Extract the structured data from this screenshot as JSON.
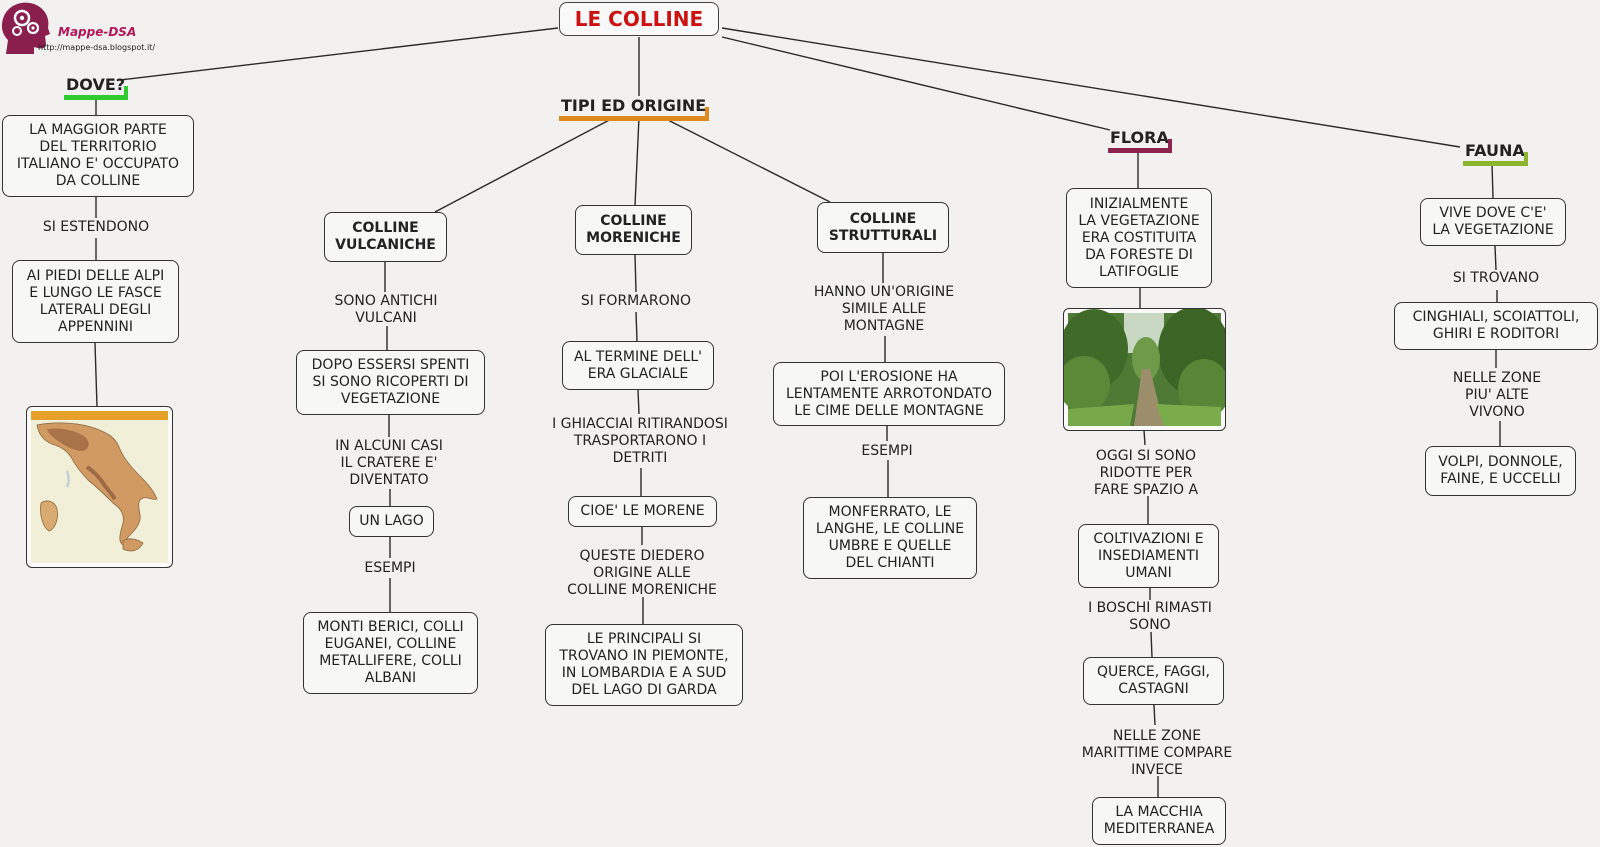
{
  "title": "LE COLLINE",
  "logo": {
    "name": "Mappe-DSA",
    "url": "http://mappe-dsa.blogspot.it/"
  },
  "colors": {
    "title_text": "#cc1111",
    "dove_underline": "#2ecc30",
    "tipi_underline": "#e08a1e",
    "flora_underline": "#8e2350",
    "fauna_underline": "#8ab52c"
  },
  "categories": {
    "dove": "DOVE?",
    "tipi": "TIPI ED ORIGINE",
    "flora": "FLORA",
    "fauna": "FAUNA"
  },
  "dove": {
    "box1": "LA MAGGIOR PARTE\nDEL TERRITORIO\nITALIANO E' OCCUPATO\nDA COLLINE",
    "link1": "SI ESTENDONO",
    "box2": "AI PIEDI DELLE ALPI\nE LUNGO LE FASCE\nLATERALI DEGLI\nAPPENNINI",
    "image": "italy-relief-map"
  },
  "vulcaniche": {
    "head": "COLLINE\nVULCANICHE",
    "link1": "SONO ANTICHI\nVULCANI",
    "box1": "DOPO ESSERSI SPENTI\nSI SONO RICOPERTI DI\nVEGETAZIONE",
    "link2": "IN ALCUNI CASI\nIL CRATERE E'\nDIVENTATO",
    "box2": "UN LAGO",
    "link3": "ESEMPI",
    "box3": "MONTI BERICI, COLLI\nEUGANEI, COLLINE\nMETALLIFERE, COLLI\nALBANI"
  },
  "moreniche": {
    "head": "COLLINE\nMORENICHE",
    "link1": "SI FORMARONO",
    "box1": "AL TERMINE DELL'\nERA GLACIALE",
    "link2": "I GHIACCIAI RITIRANDOSI\nTRASPORTARONO I\nDETRITI",
    "box2": "CIOE' LE MORENE",
    "link3": "QUESTE DIEDERO\nORIGINE ALLE\nCOLLINE MORENICHE",
    "box3": "LE PRINCIPALI SI\nTROVANO IN PIEMONTE,\nIN LOMBARDIA E A SUD\nDEL LAGO DI GARDA"
  },
  "strutturali": {
    "head": "COLLINE\nSTRUTTURALI",
    "link1": "HANNO UN'ORIGINE\nSIMILE ALLE\nMONTAGNE",
    "box1": "POI L'EROSIONE HA\nLENTAMENTE ARROTONDATO\nLE CIME DELLE MONTAGNE",
    "link2": "ESEMPI",
    "box2": "MONFERRATO, LE\nLANGHE, LE COLLINE\nUMBRE E QUELLE\nDEL CHIANTI"
  },
  "flora": {
    "box1": "INIZIALMENTE\nLA VEGETAZIONE\nERA COSTITUITA\nDA FORESTE DI\nLATIFOGLIE",
    "image": "forest-path-photo",
    "link1": "OGGI SI SONO\nRIDOTTE PER\nFARE SPAZIO A",
    "box2": "COLTIVAZIONI E\nINSEDIAMENTI\nUMANI",
    "link2": "I BOSCHI RIMASTI\nSONO",
    "box3": "QUERCE, FAGGI,\nCASTAGNI",
    "link3": "NELLE ZONE\nMARITTIME COMPARE\nINVECE",
    "box4": "LA MACCHIA\nMEDITERRANEA"
  },
  "fauna": {
    "box1": "VIVE DOVE C'E'\nLA VEGETAZIONE",
    "link1": "SI TROVANO",
    "box2": "CINGHIALI, SCOIATTOLI,\nGHIRI E RODITORI",
    "link2": "NELLE ZONE\nPIU' ALTE\nVIVONO",
    "box3": "VOLPI, DONNOLE,\nFAINE, E UCCELLI"
  }
}
